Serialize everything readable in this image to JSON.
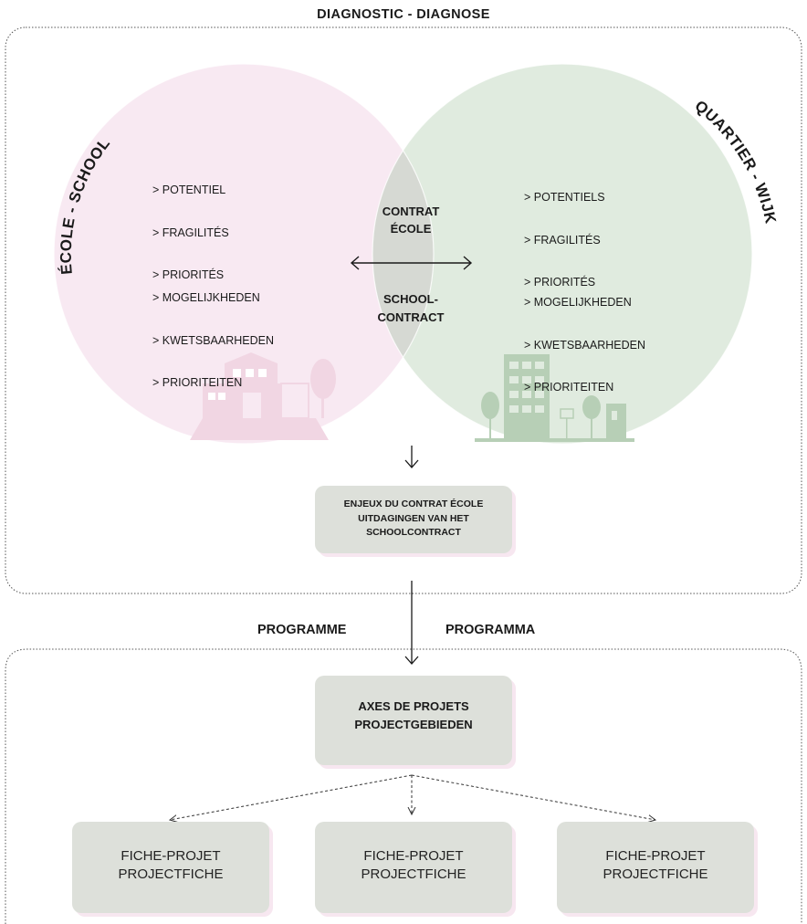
{
  "title": "DIAGNOSTIC  -  DIAGNOSE",
  "left_circle": {
    "arc_label": "ÉCOLE - SCHOOL",
    "list_fr": [
      "> POTENTIEL",
      "> FRAGILITÉS",
      "> PRIORITÉS"
    ],
    "list_nl": [
      "> MOGELIJKHEDEN",
      "> KWETSBAARHEDEN",
      "> PRIORITEITEN"
    ],
    "illustration": "school-building-icon"
  },
  "right_circle": {
    "arc_label": "QUARTIER - WIJK",
    "list_fr": [
      "> POTENTIELS",
      "> FRAGILITÉS",
      "> PRIORITÉS"
    ],
    "list_nl": [
      "> MOGELIJKHEDEN",
      "> KWETSBAARHEDEN",
      "> PRIORITEITEN"
    ],
    "illustration": "neighbourhood-buildings-icon"
  },
  "overlap": {
    "fr_line1": "CONTRAT",
    "fr_line2": "ÉCOLE",
    "nl_line1": "SCHOOL-",
    "nl_line2": "CONTRACT"
  },
  "stakes_box": {
    "line1": "ENJEUX DU CONTRAT ÉCOLE",
    "line2": "UITDAGINGEN VAN HET",
    "line3": "SCHOOLCONTRACT"
  },
  "programme_fr": "PROGRAMME",
  "programme_nl": "PROGRAMMA",
  "axes_box": {
    "line1": "AXES DE PROJETS",
    "line2": "PROJECTGEBIEDEN"
  },
  "fiches": [
    {
      "line1": "FICHE-PROJET",
      "line2": "PROJECTFICHE"
    },
    {
      "line1": "FICHE-PROJET",
      "line2": "PROJECTFICHE"
    },
    {
      "line1": "FICHE-PROJET",
      "line2": "PROJECTFICHE"
    }
  ],
  "colors": {
    "school_circle": "#f8e9f2",
    "district_circle": "#e0ebdf",
    "overlap": "#d6d9d3",
    "box": "#dde0da",
    "box_shadow": "#f7e7f0",
    "school_icon": "#f1d6e3",
    "district_icon": "#b7cfb6"
  }
}
